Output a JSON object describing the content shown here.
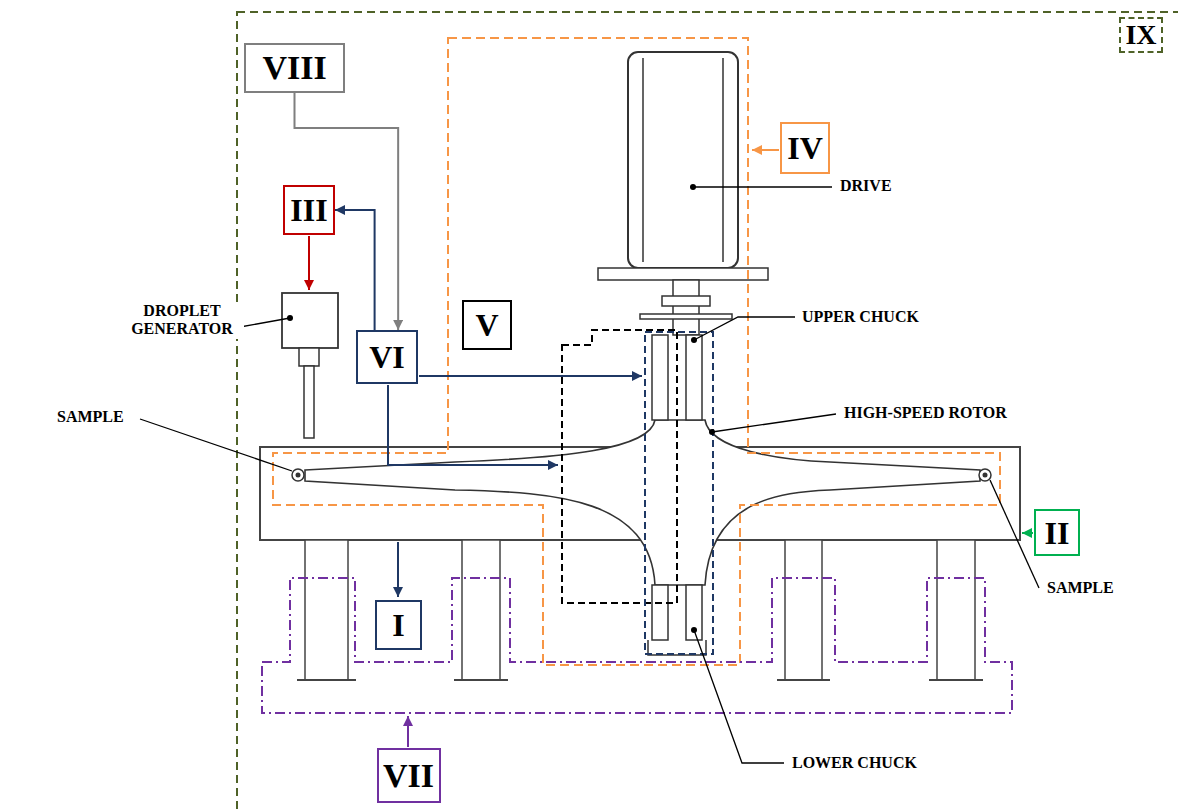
{
  "diagram": {
    "nodes": [
      {
        "text": [
          "IX"
        ]
      },
      {
        "text": [
          "VIII"
        ]
      },
      {
        "text": [
          "IV"
        ]
      },
      {
        "text": [
          "III"
        ]
      },
      {
        "text": [
          "V"
        ]
      },
      {
        "text": [
          "VI"
        ]
      },
      {
        "text": [
          "II"
        ]
      },
      {
        "text": [
          "I"
        ]
      },
      {
        "text": [
          "VII"
        ]
      }
    ],
    "edges": [
      {
        "from": 1,
        "to": 5,
        "arrow": "to"
      },
      {
        "from": 5,
        "to": 3,
        "arrow": "to"
      }
    ],
    "labels": [
      "DRIVE",
      "UPPER CHUCK",
      "DROPLET GENERATOR",
      "HIGH-SPEED ROTOR",
      "SAMPLE",
      "SAMPLE",
      "LOWER CHUCK"
    ]
  }
}
